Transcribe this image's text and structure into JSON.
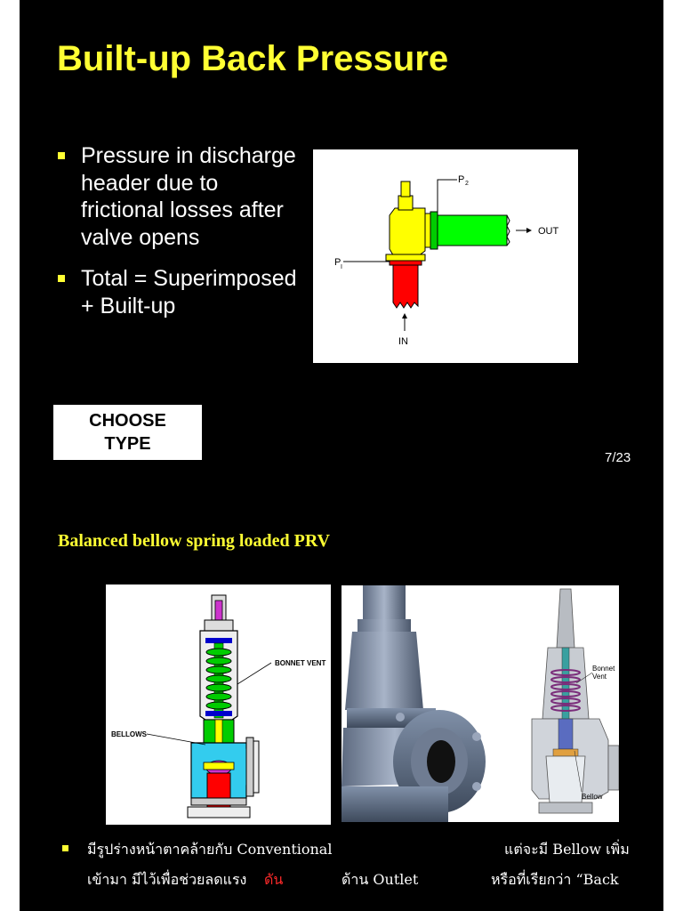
{
  "slide": {
    "title": "Built-up Back Pressure",
    "bullets": [
      "Pressure in discharge header due to frictional losses after valve opens",
      "Total = Superimposed + Built-up"
    ],
    "button": {
      "line1": "CHOOSE",
      "line2": "TYPE"
    },
    "page_number": "7/23",
    "diagram_labels": {
      "p2": "P",
      "p2_sub": "2",
      "p1": "P",
      "p1_sub": "I",
      "out": "OUT",
      "in": "IN"
    }
  },
  "note": {
    "heading": "Balanced bellow spring loaded PRV",
    "cutaway_labels": {
      "bonnet_vent": "BONNET VENT",
      "bellows": "BELLOWS"
    },
    "photo_labels": {
      "bonnet": "Bonnet",
      "vent": "Vent",
      "bellow": "Bellow"
    },
    "thai_line1_a": "มีรูปร่างหน้าตาคล้ายกับ Conventional",
    "thai_line1_b": "แต่จะมี Bellow เพิ่ม",
    "thai_line2_a": "เข้ามา มีไว้เพื่อช่วยลดแรง",
    "thai_line2_red": "ดัน",
    "thai_line2_b": "ด้าน Outlet",
    "thai_line2_c": "หรือที่เรียกว่า “Back"
  },
  "colors": {
    "title": "#ffff33",
    "inlet": "#ff0000",
    "valve_body": "#ffff00",
    "outlet": "#00ff00"
  }
}
